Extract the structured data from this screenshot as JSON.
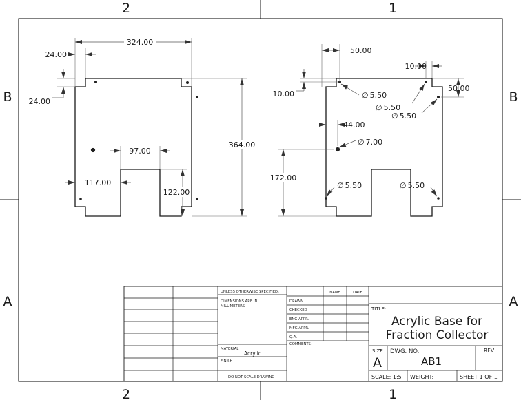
{
  "zones": {
    "top": [
      "2",
      "1"
    ],
    "bottom": [
      "2",
      "1"
    ],
    "left": [
      "B",
      "A"
    ],
    "right": [
      "B",
      "A"
    ]
  },
  "front_view": {
    "dims": {
      "width": "324.00",
      "notch_w": "24.00",
      "notch_h": "24.00",
      "height": "364.00",
      "slot_w": "97.00",
      "slot_offset": "117.00",
      "slot_h": "122.00"
    }
  },
  "hole_view": {
    "dims": {
      "hole_x": "50.00",
      "hole_y": "10.00",
      "hole_x_r": "10.00",
      "hole_y_r": "50.00",
      "center_x": "44.00",
      "center_y": "172.00"
    },
    "callouts": {
      "d1": "5.50",
      "d2": "5.50",
      "d3": "5.50",
      "d_center": "7.00",
      "d_bl": "5.50",
      "d_br": "5.50"
    },
    "diameter_symbol": "∅"
  },
  "title_block": {
    "unless_specified": "UNLESS OTHERWISE SPECIFIED:",
    "name_hdr": "NAME",
    "date_hdr": "DATE",
    "dims_note": [
      "DIMENSIONS ARE IN",
      "MILLIMETERS"
    ],
    "rows": [
      "DRAWN",
      "CHECKED",
      "ENG APPR.",
      "MFG APPR.",
      "Q.A.",
      "COMMENTS:"
    ],
    "material_label": "MATERIAL",
    "material": "Acrylic",
    "finish_label": "FINISH",
    "do_not_scale": "DO NOT SCALE DRAWING",
    "title_label": "TITLE:",
    "title": [
      "Acrylic Base for",
      "Fraction Collector"
    ],
    "size_label": "SIZE",
    "size": "A",
    "dwg_no_label": "DWG.  NO.",
    "dwg_no": "AB1",
    "rev_label": "REV",
    "scale": "SCALE: 1:5",
    "weight": "WEIGHT:",
    "sheet": "SHEET 1 OF 1"
  }
}
